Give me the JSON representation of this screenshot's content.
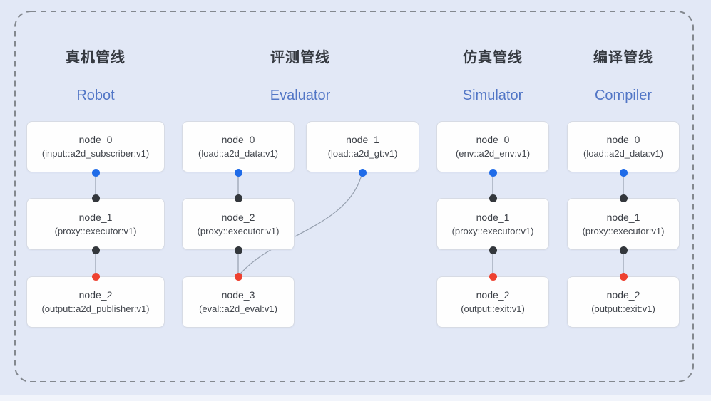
{
  "diagram_title": "pipeline-architecture-diagram",
  "pipelines": [
    {
      "title_zh": "真机管线",
      "title_en": "Robot",
      "nodes": [
        {
          "name": "node_0",
          "type": "(input::a2d_subscriber:v1)"
        },
        {
          "name": "node_1",
          "type": "(proxy::executor:v1)"
        },
        {
          "name": "node_2",
          "type": "(output::a2d_publisher:v1)"
        }
      ]
    },
    {
      "title_zh": "评测管线",
      "title_en": "Evaluator",
      "nodes": [
        {
          "name": "node_0",
          "type": "(load::a2d_data:v1)"
        },
        {
          "name": "node_1",
          "type": "(load::a2d_gt:v1)"
        },
        {
          "name": "node_2",
          "type": "(proxy::executor:v1)"
        },
        {
          "name": "node_3",
          "type": "(eval::a2d_eval:v1)"
        }
      ]
    },
    {
      "title_zh": "仿真管线",
      "title_en": "Simulator",
      "nodes": [
        {
          "name": "node_0",
          "type": "(env::a2d_env:v1)"
        },
        {
          "name": "node_1",
          "type": "(proxy::executor:v1)"
        },
        {
          "name": "node_2",
          "type": "(output::exit:v1)"
        }
      ]
    },
    {
      "title_zh": "编译管线",
      "title_en": "Compiler",
      "nodes": [
        {
          "name": "node_0",
          "type": "(load::a2d_data:v1)"
        },
        {
          "name": "node_1",
          "type": "(proxy::executor:v1)"
        },
        {
          "name": "node_2",
          "type": "(output::exit:v1)"
        }
      ]
    }
  ],
  "colors": {
    "background": "#e2e8f6",
    "dashed_border": "#83888f",
    "node_background": "#fefefe",
    "node_border": "#d7dbe4",
    "title_zh_color": "#363a41",
    "title_en_color": "#5276c6",
    "port_source_blue": "#1f6be8",
    "port_proxy_dark": "#33373c",
    "port_sink_red": "#ee4130",
    "connector_line": "#96a0af"
  }
}
